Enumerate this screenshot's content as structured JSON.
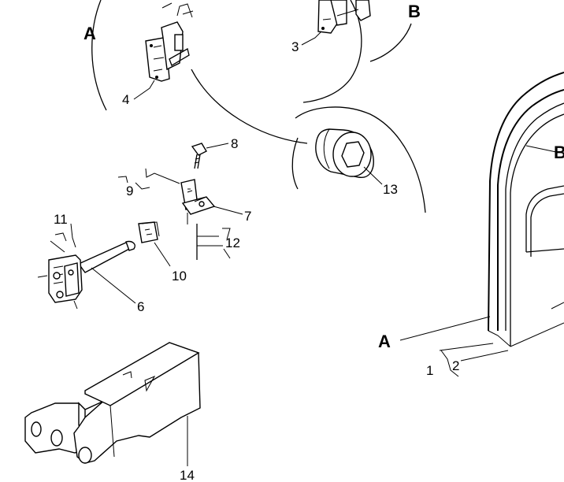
{
  "labels": {
    "view_a_top": "A",
    "view_b_top": "B",
    "door_a": "A",
    "door_b": "B",
    "p1": "1",
    "p2": "2",
    "p3": "3",
    "p4": "4",
    "p6": "6",
    "p7": "7",
    "p8": "8",
    "p9": "9",
    "p10": "10",
    "p11": "11",
    "p12": "12",
    "p13": "13",
    "p14": "14"
  }
}
